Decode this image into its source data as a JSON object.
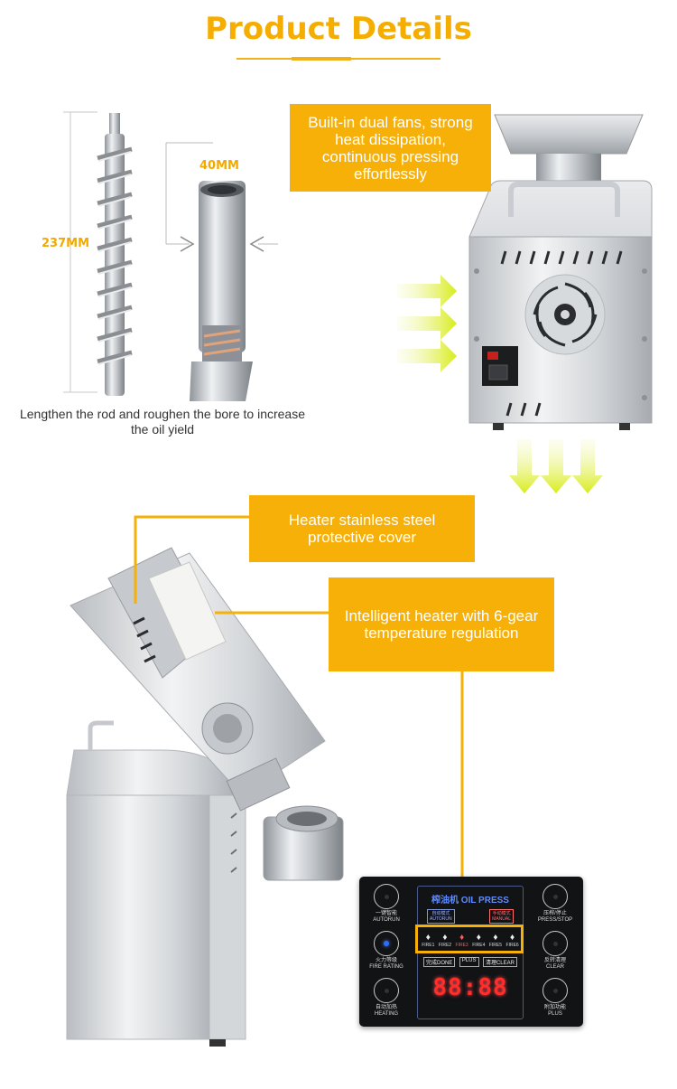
{
  "title": "Product Details",
  "accent_color": "#f6b008",
  "callouts": {
    "fans": "Built-in dual fans, strong heat dissipation, continuous pressing effortlessly",
    "cover": "Heater stainless steel protective cover",
    "heater": "Intelligent heater with 6-gear temperature regulation"
  },
  "screw": {
    "caption": "Lengthen the rod and roughen the bore to increase the oil yield",
    "length_label": "237MM",
    "diameter_label": "40MM"
  },
  "panel": {
    "title_cn": "榨油机",
    "title_en": "OIL PRESS",
    "auto_mode": "自动模式\nAUTORUN",
    "manual_mode": "手动模式\nMANUAL",
    "fire_levels": [
      "FIRE1",
      "FIRE2",
      "FIRE3",
      "FIRE4",
      "FIRE5",
      "FIRE6"
    ],
    "done": "完成DONE",
    "plus": "PLUS",
    "clear": "清理CLEAR",
    "display": "88:88",
    "left_buttons": [
      {
        "cn": "一键智能",
        "en": "AUTORUN"
      },
      {
        "cn": "火力等级",
        "en": "FIRE RATING"
      },
      {
        "cn": "自动加热",
        "en": "HEATING"
      }
    ],
    "right_buttons": [
      {
        "cn": "压榨/停止",
        "en": "PRESS/STOP"
      },
      {
        "cn": "反转清理",
        "en": "CLEAR"
      },
      {
        "cn": "附加功能",
        "en": "PLUS"
      }
    ]
  }
}
